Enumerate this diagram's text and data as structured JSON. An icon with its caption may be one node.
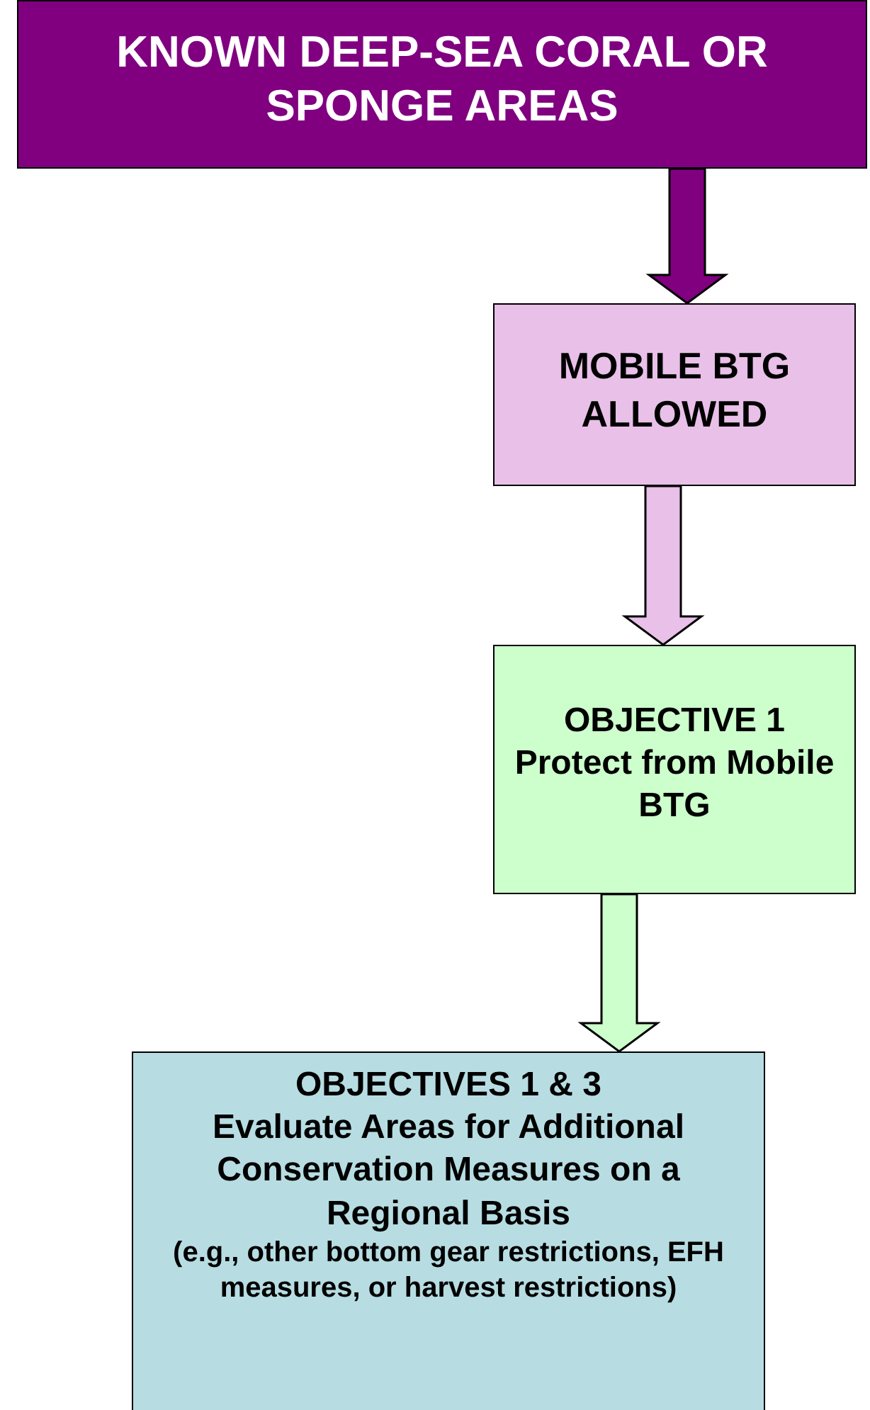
{
  "diagram": {
    "nodes": [
      {
        "text": [
          "KNOWN DEEP-SEA CORAL OR SPONGE AREAS"
        ]
      },
      {
        "text": [
          "MOBILE BTG ALLOWED"
        ]
      },
      {
        "text": [
          "OBJECTIVE 1",
          "Protect from Mobile BTG"
        ]
      },
      {
        "text": [
          "OBJECTIVES 1 & 3",
          "Evaluate Areas for Additional Conservation Measures on a Regional Basis",
          "(e.g., other bottom gear restrictions, EFH measures, or harvest restrictions)"
        ]
      }
    ],
    "edges": [
      {
        "from": 0,
        "to": 1,
        "arrow": "to",
        "style": "thick",
        "color": "#800080"
      },
      {
        "from": 1,
        "to": 2,
        "arrow": "to",
        "style": "thick",
        "color": "#e8c0e8"
      },
      {
        "from": 2,
        "to": 3,
        "arrow": "to",
        "style": "thick",
        "color": "#ccffcc"
      }
    ]
  }
}
